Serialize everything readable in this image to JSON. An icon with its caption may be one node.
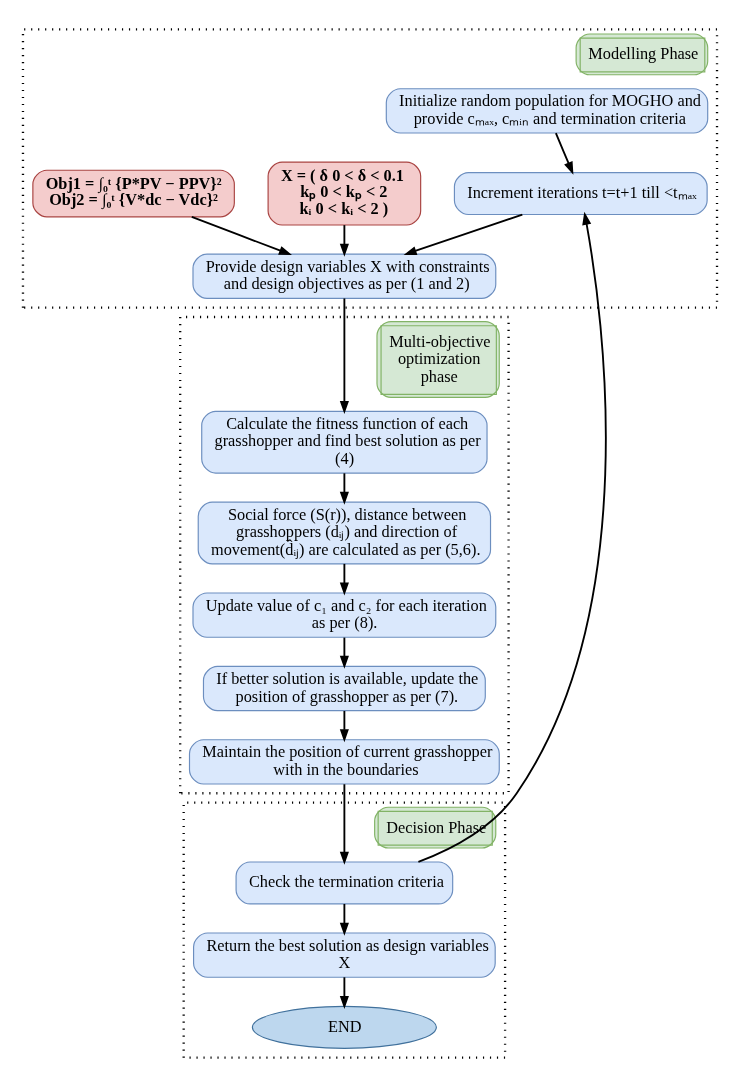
{
  "diagram": {
    "nodes": [
      {
        "text": [
          "Modelling Phase"
        ]
      },
      {
        "text": [
          "Initialize random population for MOGHO and provide cₘₐₓ, cₘᵢₙ and termination criteria"
        ],
        "in": 0
      },
      {
        "text": [
          "Increment iterations t=t+1 till <tₘₐₓ"
        ],
        "in": 0
      },
      {
        "text": [
          "X = ( δ 0 < δ < 0.1",
          "kₚ 0 < kₚ < 2",
          "kᵢ 0 < kᵢ < 2 )"
        ],
        "in": 0
      },
      {
        "text": [
          "Obj1 = ∫₀ᵗ {P*PV − PPV}²",
          "Obj2 = ∫₀ᵗ {V*dc − Vdc}²"
        ],
        "in": 0
      },
      {
        "text": [
          "Provide design variables X with constraints and design objectives as per (1 and 2)"
        ],
        "in": 0
      },
      {
        "text": [
          "Multi-objective optimization phase"
        ]
      },
      {
        "text": [
          "Calculate the fitness function of each grasshopper and find best solution as per (4)"
        ],
        "in": 6
      },
      {
        "text": [
          "Social force (S(r)), distance between grasshoppers (dᵢⱼ) and direction of movement(d̂ᵢⱼ) are calculated as per (5,6)."
        ],
        "in": 6
      },
      {
        "text": [
          "Update value of c₁ and c₂ for each iteration as per (8)."
        ],
        "in": 6
      },
      {
        "text": [
          "If better solution is available, update the position of grasshopper as per (7)."
        ],
        "in": 6
      },
      {
        "text": [
          "Maintain the position of current grasshopper with in the boundaries"
        ],
        "in": 6
      },
      {
        "text": [
          "Decision Phase"
        ]
      },
      {
        "text": [
          "Check the termination criteria"
        ],
        "in": 12
      },
      {
        "text": [
          "Return the best solution as design variables X"
        ],
        "in": 12
      },
      {
        "text": [
          "END"
        ],
        "in": 12
      }
    ],
    "edges": [
      {
        "from": 1,
        "to": 2,
        "arrow": "to"
      },
      {
        "from": 2,
        "to": 5,
        "arrow": "to"
      },
      {
        "from": 3,
        "to": 5,
        "arrow": "to"
      },
      {
        "from": 4,
        "to": 5,
        "arrow": "to"
      },
      {
        "from": 5,
        "to": 7,
        "arrow": "to"
      },
      {
        "from": 7,
        "to": 8,
        "arrow": "to"
      },
      {
        "from": 8,
        "to": 9,
        "arrow": "to"
      },
      {
        "from": 9,
        "to": 10,
        "arrow": "to"
      },
      {
        "from": 10,
        "to": 11,
        "arrow": "to"
      },
      {
        "from": 11,
        "to": 13,
        "arrow": "to"
      },
      {
        "from": 13,
        "to": 2,
        "arrow": "to"
      },
      {
        "from": 13,
        "to": 14,
        "arrow": "to"
      },
      {
        "from": 14,
        "to": 15,
        "arrow": "to"
      }
    ]
  }
}
